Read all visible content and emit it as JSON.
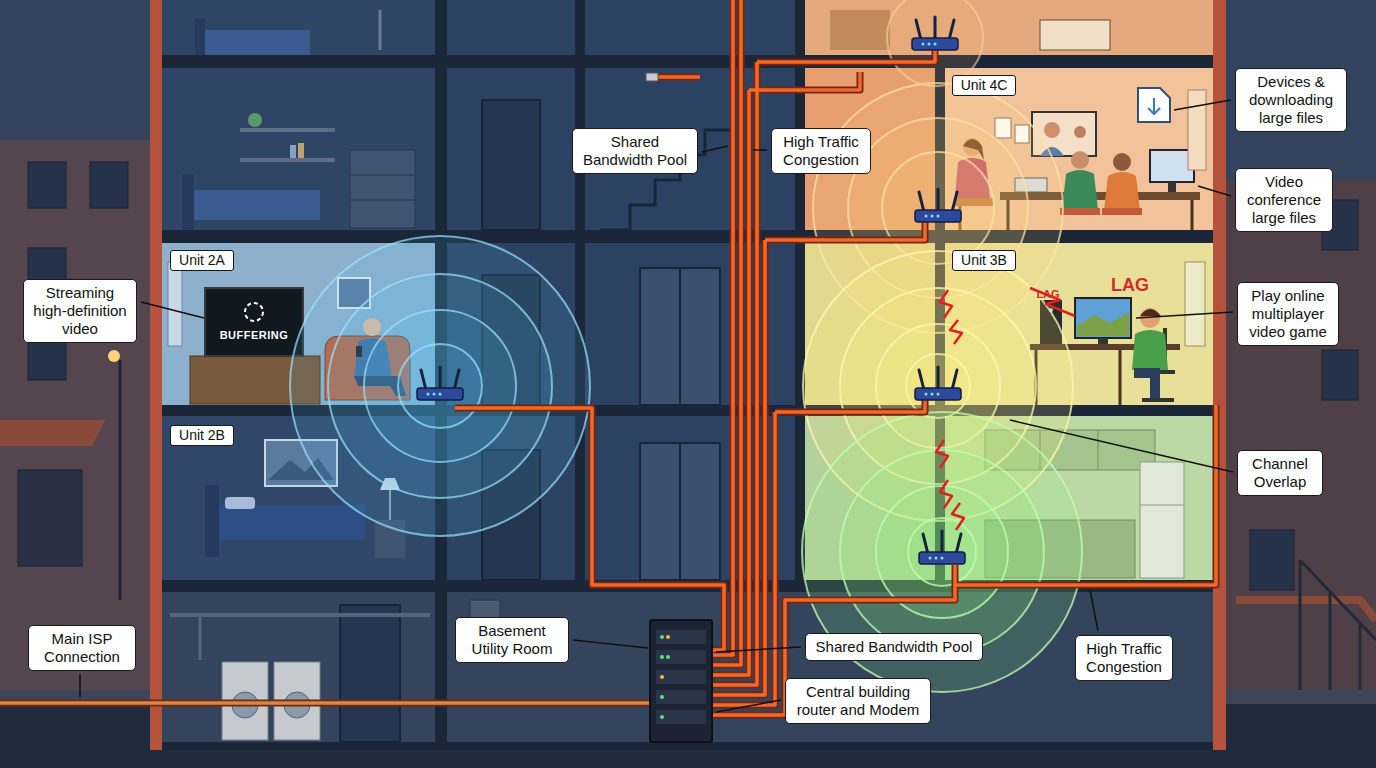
{
  "diagram": {
    "nodes": [
      {
        "text": [
          "Devices & downloading large files"
        ]
      },
      {
        "text": [
          "Shared Bandwidth Pool"
        ]
      },
      {
        "text": [
          "High Traffic Congestion"
        ]
      },
      {
        "text": [
          "Unit 4C"
        ]
      },
      {
        "text": [
          "Video conference large files"
        ]
      },
      {
        "text": [
          "Unit 2A"
        ]
      },
      {
        "text": [
          "Unit 3B"
        ]
      },
      {
        "text": [
          "Play online multiplayer video game"
        ]
      },
      {
        "text": [
          "Streaming high-definition video"
        ]
      },
      {
        "text": [
          "Unit 2B"
        ]
      },
      {
        "text": [
          "Channel Overlap"
        ]
      },
      {
        "text": [
          "Main ISP Connection"
        ]
      },
      {
        "text": [
          "Basement Utility Room"
        ]
      },
      {
        "text": [
          "Shared Bandwidth Pool"
        ]
      },
      {
        "text": [
          "High Traffic Congestion"
        ]
      },
      {
        "text": [
          "Central building router and Modem"
        ]
      }
    ],
    "labels": [
      "BUFFERING",
      "LAG",
      "LAG"
    ]
  }
}
